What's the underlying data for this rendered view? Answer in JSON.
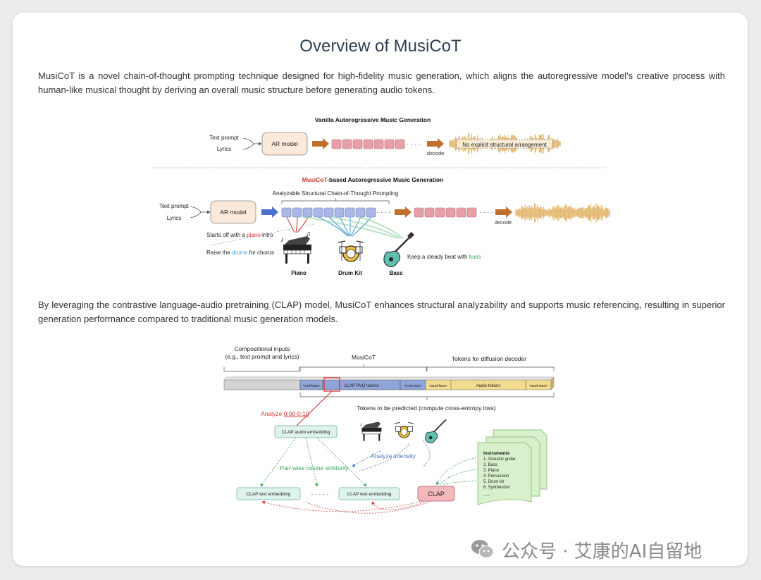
{
  "page": {
    "title": "Overview of MusiCoT",
    "intro": "MusiCoT is a novel chain-of-thought prompting technique designed for high-fidelity music generation, which aligns the autoregressive model's creative process with human-like musical thought by deriving an overall music structure before generating audio tokens.",
    "clap_paragraph": "By leveraging the contrastive language-audio pretraining (CLAP) model, MusiCoT enhances structural analyzability and supports music referencing, resulting in superior generation performance compared to traditional music generation models."
  },
  "figure1": {
    "vanilla_title": "Vanilla Autoregressive Music Generation",
    "text_prompt": "Text prompt",
    "lyrics": "Lyrics",
    "ar_model": "AR model",
    "ellipsis": "· · · ·",
    "decode": "decode",
    "no_structure": "No explicit structural arrangement",
    "musicot_title_red": "MusiCoT",
    "musicot_title_rest": "-based Autoregressive Music Generation",
    "analyzable": "Analyzable Structural Chain-of-Thought Prompting",
    "piano_caption_pre": "Starts off with a ",
    "piano_caption_word": "piano",
    "piano_caption_post": " intro",
    "drums_caption_pre": "Raise the ",
    "drums_caption_word": "drums",
    "drums_caption_post": " for chorus",
    "bass_caption_pre": "Keep a steady beat with ",
    "bass_caption_word": "bass",
    "piano": "Piano",
    "drum_kit": "Drum Kit",
    "bass": "Bass",
    "colors": {
      "token_red": "#e8a0a8",
      "token_blue": "#aab8e8",
      "arrow_orange": "#c0702c",
      "arrow_blue": "#4a72c8",
      "piano_red": "#d0312d",
      "drums_blue": "#3a9ad9",
      "bass_green": "#3aa65a",
      "waveform": "#e0b060"
    }
  },
  "figure2": {
    "compositional": "Compositional inputs",
    "compositional_sub": "(e.g., text prompt and lyrics)",
    "musicot": "MusiCoT",
    "tokens_diffusion": "Tokens for diffusion decoder",
    "cot_bos": "<cot-bos>",
    "clap_rvq": "CLAP RVQ tokens",
    "cot_eos": "<cot-eos>",
    "aud_bos": "<aud-bos>",
    "audio_tokens": "Audio tokens",
    "aud_eos": "<aud-eos>",
    "to_predict": "Tokens to be predicted (compute cross-entropy loss)",
    "analyze": "Analyze ",
    "analyze_range": "0:00-0:10",
    "clap_audio": "CLAP audio embedding",
    "pairwise": "Pair-wise cosine similarity",
    "analyze_intensity": "Analyze intensity",
    "clap_text": "CLAP text embedding",
    "dots": "· · · · ·",
    "clap": "CLAP",
    "instruments_title": "Instruments",
    "instruments": [
      "1. Acoustic guitar",
      "2. Bass",
      "3. Piano",
      "4. Percussion",
      "5. Drum kit",
      "6. Synthesizer",
      "......"
    ]
  },
  "watermark": {
    "text": "公众号 · 艾康的AI自留地"
  }
}
